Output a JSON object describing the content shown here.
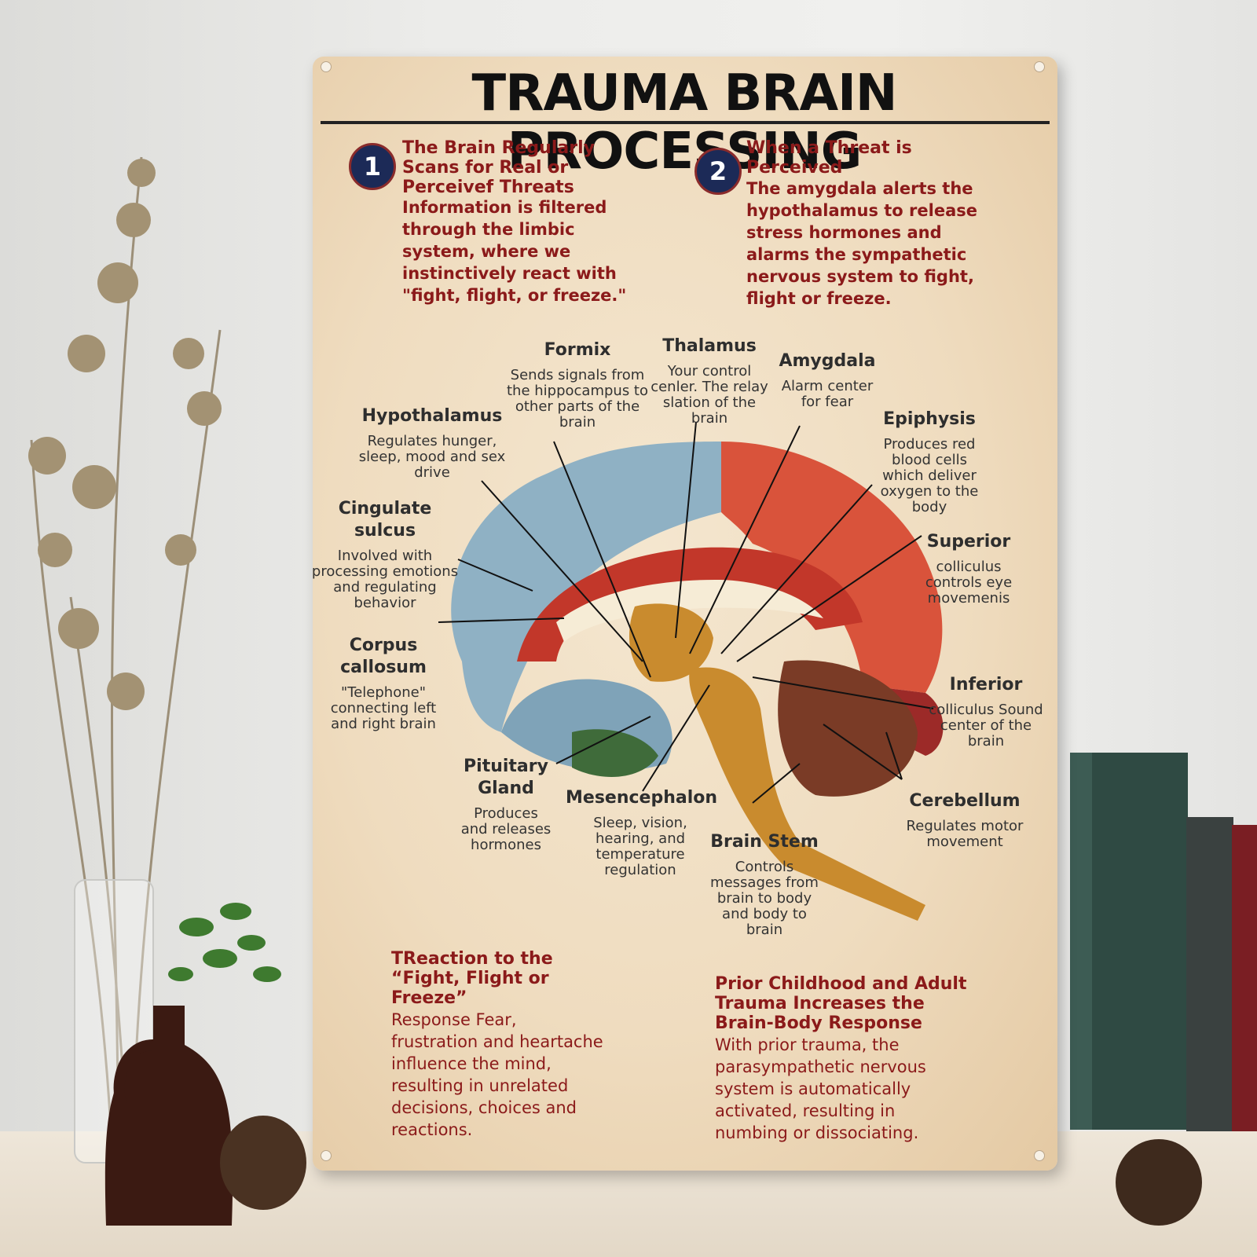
{
  "title": "TRAUMA BRAIN PROCESSING",
  "steps": [
    {
      "number": "1",
      "heading": "The Brain Regularly Scans for Real or Perceivef Threats",
      "text": "Information is filtered through the limbic system, where we instinctively react with \"fight, flight, or freeze.\""
    },
    {
      "number": "2",
      "heading": "When a Threat is Perceived",
      "text": "The amygdala alerts the hypothalamus to release stress hormones and alarms the sympathetic nervous system to fight, flight or freeze."
    }
  ],
  "labels": {
    "formix": {
      "name": "Formix",
      "desc": "Sends signals from the hippocampus to other parts of the brain"
    },
    "thalamus": {
      "name": "Thalamus",
      "desc": "Your control cenler. The relay slation of the brain"
    },
    "amygdala": {
      "name": "Amygdala",
      "desc": "Alarm center for fear"
    },
    "hypothalamus": {
      "name": "Hypothalamus",
      "desc": "Regulates hunger, sleep, mood and sex drive"
    },
    "epiphysis": {
      "name": "Epiphysis",
      "desc": "Produces red blood cells which deliver oxygen to the body"
    },
    "cingulate": {
      "name": "Cingulate sulcus",
      "desc": "Involved with processing emotions and regulating behavior"
    },
    "superior": {
      "name": "Superior",
      "desc": "colliculus controls eye movemenis"
    },
    "corpus": {
      "name": "Corpus callosum",
      "desc": "\"Telephone\" connecting left and right brain"
    },
    "inferior": {
      "name": "Inferior",
      "desc": "colliculus Sound center of the brain"
    },
    "pituitary": {
      "name": "Pituitary Gland",
      "desc": "Produces and releases hormones"
    },
    "mesencephalon": {
      "name": "Mesencephalon",
      "desc": "Sleep, vision, hearing, and temperature regulation"
    },
    "brainstem": {
      "name": "Brain Stem",
      "desc": "Controls messages from brain to body and body to brain"
    },
    "cerebellum": {
      "name": "Cerebellum",
      "desc": "Regulates motor movement"
    }
  },
  "bottom": [
    {
      "heading": "TReaction to the “Fight, Flight or Freeze”",
      "text": "Response Fear, frustration and heartache influence the mind, resulting in unrelated decisions, choices and reactions."
    },
    {
      "heading": "Prior Childhood and Adult Trauma Increases the Brain-Body Response",
      "text": "With prior trauma, the parasympathetic nervous system is automatically activated, resulting in numbing or dissociating."
    }
  ],
  "colors": {
    "sign_bg": "#efdcbf",
    "heading_red": "#8b1a1a",
    "badge_blue": "#1c2a57",
    "lobe_blue": "#8fb1c4",
    "lobe_red": "#d9533b",
    "lobe_dark_red": "#9c2a28",
    "stem_orange": "#c98b2e"
  }
}
